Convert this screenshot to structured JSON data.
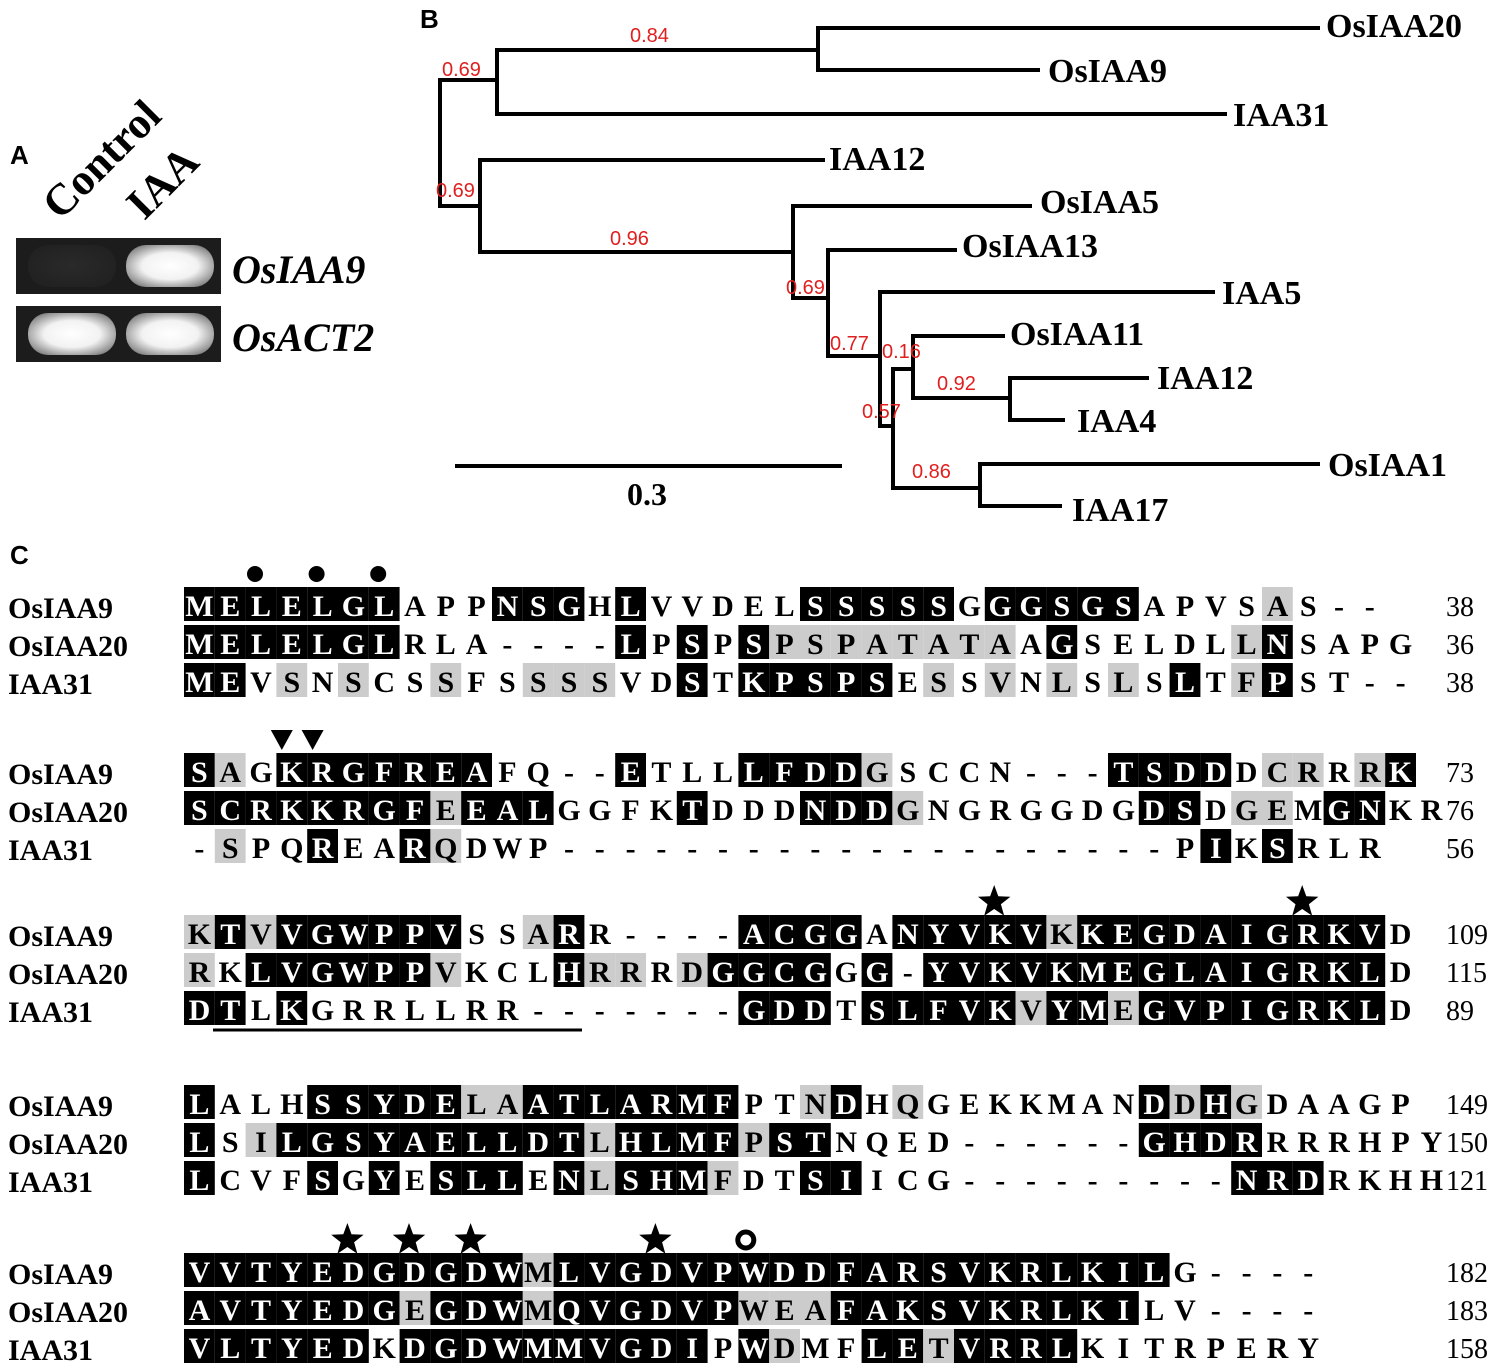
{
  "panels": {
    "a": "A",
    "b": "B",
    "c": "C"
  },
  "gel": {
    "lanes": [
      "Control",
      "IAA"
    ],
    "genes": [
      "OsIAA9",
      "OsACT2"
    ]
  },
  "tree": {
    "supports": [
      "0.84",
      "0.69",
      "0.69",
      "0.96",
      "0.69",
      "0.77",
      "0.16",
      "0.57",
      "0.92",
      "0.86"
    ],
    "leaves": [
      "OsIAA20",
      "OsIAA9",
      "IAA31",
      "IAA12",
      "OsIAA5",
      "OsIAA13",
      "IAA5",
      "OsIAA11",
      "IAA12",
      "IAA4",
      "OsIAA1",
      "IAA17"
    ],
    "scale_label": "0.3"
  },
  "alignment": {
    "blocks": [
      {
        "names": [
          "OsIAA9",
          "OsIAA20",
          "IAA31"
        ],
        "seqs": [
          "MELELGLAPPNSGHLVVDELSSSSSGGGSGSAPVSAS--",
          "MELELGLRLA----LPSPSPSPATATAAGSELDLLNSAPG",
          "MEVSNSCSSFSSSSVDSTKPSPSESSVNLSLSLTFPST--"
        ],
        "ends": [
          "38",
          "36",
          "38"
        ],
        "shading": [
          "BBBBBBB---BBB-B-----BBBBB-BBBBB----G--",
          "BBBBBBB-------B-B-BGGGGGGGG-B-----GB---",
          "BB-G-G--G--GGG--B-BBBBB-G-G-G-G-B-GB--"
        ],
        "marks": "dots3"
      },
      {
        "names": [
          "OsIAA9",
          "OsIAA20",
          "IAA31"
        ],
        "seqs": [
          "SAGKRGFREAFQ--ETLLLFDDGSCCN---TSDDDCRRRK",
          "SCRKKRGFEEALGGFKTDDDNDDGNGRGGDGDSDGEMGNKR",
          "-SPQREARQDWP--------------------PIKSRLR"
        ],
        "ends": [
          "73",
          "76",
          "56"
        ],
        "shading": [
          "BG-BBBBBBB----B---BBBBG-------BBBB-GG-GB",
          "BBBBBBBBGBBB----B---BBBG-------BB-GG-BB",
          "-G--B--BG----------------------G-B-B"
        ],
        "marks": "triangles"
      },
      {
        "names": [
          "OsIAA9",
          "OsIAA20",
          "IAA31"
        ],
        "seqs": [
          "KTVVGWPPVSSARR----ACGGANYVKVKKEGDAIGRKVD",
          "RKLVGWPPVKCLHRRRDGGCGGG-YVKVKMEGLAIGRKLD",
          "DTLKGRRLLRR-------GDDTSLFVKVYMEGVPIGRKLD"
        ],
        "ends": [
          "109",
          "115",
          "89"
        ],
        "shading": [
          "GBGBBBBBB--GB----GBBBB-BBBBBGBBBBBBBBBB",
          "G-BBBBBBG---BGG-GBBBB-BBBBBBBBBBBBBBBBB",
          "BB-B------------BBBBB-BBBBBGBBGBBBBBBBB"
        ],
        "marks": "stars2"
      },
      {
        "names": [
          "OsIAA9",
          "OsIAA20",
          "IAA31"
        ],
        "seqs": [
          "LALHSSYDELAATLARMFPTNDHQGEKKMANDDHGDAAGP",
          "LSILGSYAELLDTLHLMFPSTNQED------GHDRRRRHPY",
          "LCVFSGYESLLENLSHMFDTSIICG---------NRDRKHH"
        ],
        "ends": [
          "149",
          "150",
          "121"
        ],
        "shading": [
          "B---BBBBBGGBBBBBBB--GB-G-------BGBG----",
          "B-GBBBBBBBBBBGBBBBGBB-------GBBBBBB--",
          "B---B-B-BBB-BGBBBG--BB----------GBBBB--"
        ],
        "marks": "stars4"
      },
      {
        "names": [
          "OsIAA9",
          "OsIAA20",
          "IAA31"
        ],
        "seqs": [
          "VVTYEDGDGDWMLVGDVPWDDFARSVKRLKILG----",
          "AVTYEDGEGDWMQVGDVPWEAFAKSVKRLKILV----",
          "VLTYEDKDGDWMMVGDIPWDMFLETVRRLKITRPERY"
        ],
        "ends": [
          "182",
          "183",
          "158"
        ],
        "shading": [
          "BBBBBBBBBBBGBBBBBBBBBBBBBBBBBBBB-----",
          "BBBBBBBGBBBGBBBBBBGGGBBBBBBBBBB-----",
          "BBBBBB-BBBBBBBBBB-BG--BBGBBBB--------"
        ],
        "marks": "stars_last"
      }
    ]
  },
  "colors": {
    "identical": "#000000",
    "similar": "#cccccc",
    "support": "#e02020"
  }
}
